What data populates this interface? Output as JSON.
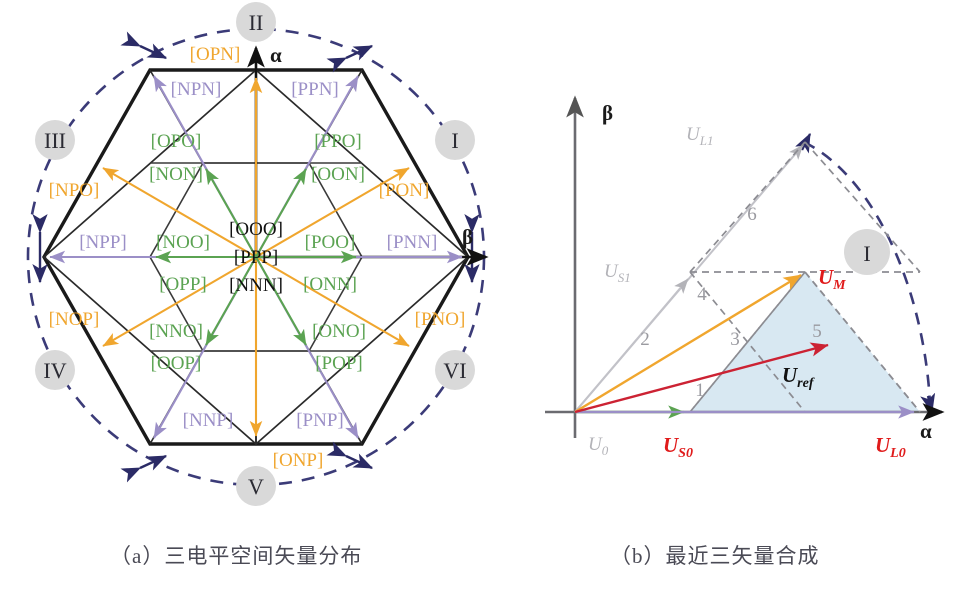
{
  "figure": {
    "caption_a": "（a）三电平空间矢量分布",
    "caption_b": "（b）最近三矢量合成"
  },
  "colors": {
    "orange": "#f0a62e",
    "green": "#5ba352",
    "purple": "#9b8fc7",
    "navy": "#3b3b78",
    "black": "#1a1a1a",
    "gray": "#8c8c92",
    "light_gray": "#c2c2c8",
    "red": "#e01b1b",
    "shade_fill": "#d8e8f2",
    "badge_fill": "#d9d9d9"
  },
  "panel_a": {
    "title_axis_alpha": "α",
    "title_axis_beta": "β",
    "sectors": [
      {
        "id": "I",
        "label": "I"
      },
      {
        "id": "II",
        "label": "II"
      },
      {
        "id": "III",
        "label": "III"
      },
      {
        "id": "IV",
        "label": "IV"
      },
      {
        "id": "V",
        "label": "V"
      },
      {
        "id": "VI",
        "label": "VI"
      }
    ],
    "zero_vectors": [
      "[OOO]",
      "[PPP]",
      "[NNN]"
    ],
    "large_vectors": [
      {
        "label": "[PNN]",
        "color": "purple"
      },
      {
        "label": "[PPN]",
        "color": "purple"
      },
      {
        "label": "[NPN]",
        "color": "purple"
      },
      {
        "label": "[NPP]",
        "color": "purple"
      },
      {
        "label": "[NNP]",
        "color": "purple"
      },
      {
        "label": "[PNP]",
        "color": "purple"
      }
    ],
    "medium_vectors": [
      {
        "label": "[PON]",
        "color": "orange"
      },
      {
        "label": "[OPN]",
        "color": "orange"
      },
      {
        "label": "[NPO]",
        "color": "orange"
      },
      {
        "label": "[NOP]",
        "color": "orange"
      },
      {
        "label": "[ONP]",
        "color": "orange"
      },
      {
        "label": "[PNO]",
        "color": "orange"
      }
    ],
    "small_vectors": [
      {
        "label": "[POO]",
        "color": "green"
      },
      {
        "label": "[ONN]",
        "color": "green"
      },
      {
        "label": "[PPO]",
        "color": "green"
      },
      {
        "label": "[OON]",
        "color": "green"
      },
      {
        "label": "[OPO]",
        "color": "green"
      },
      {
        "label": "[NON]",
        "color": "green"
      },
      {
        "label": "[OPP]",
        "color": "green"
      },
      {
        "label": "[NOO]",
        "color": "green"
      },
      {
        "label": "[OOP]",
        "color": "green"
      },
      {
        "label": "[NNO]",
        "color": "green"
      },
      {
        "label": "[POP]",
        "color": "green"
      },
      {
        "label": "[ONO]",
        "color": "green"
      }
    ]
  },
  "panel_b": {
    "axis_alpha": "α",
    "axis_beta": "β",
    "sector_badge": "I",
    "regions": [
      "1",
      "2",
      "3",
      "4",
      "5",
      "6"
    ],
    "active_region": "5",
    "vectors": [
      {
        "name": "U_0",
        "label": "U",
        "sub": "0",
        "color": "light_gray"
      },
      {
        "name": "U_S0",
        "label": "U",
        "sub": "S0",
        "color": "red"
      },
      {
        "name": "U_L0",
        "label": "U",
        "sub": "L0",
        "color": "red"
      },
      {
        "name": "U_S1",
        "label": "U",
        "sub": "S1",
        "color": "light_gray"
      },
      {
        "name": "U_L1",
        "label": "U",
        "sub": "L1",
        "color": "light_gray"
      },
      {
        "name": "U_M",
        "label": "U",
        "sub": "M",
        "color": "red"
      },
      {
        "name": "U_ref",
        "label": "U",
        "sub": "ref",
        "color": "black"
      }
    ]
  },
  "chart_data": {
    "type": "scatter",
    "title": "Three-level space vector distribution and nearest three vector synthesis",
    "panel_a": {
      "hexagon_center": [
        256,
        257
      ],
      "hexagon_radius": 212,
      "orientation": "pointy-left-right",
      "states_total": 27,
      "vertex_states": [
        "[PNN]",
        "[PPN]",
        "[NPN]",
        "[NPP]",
        "[NNP]",
        "[PNP]"
      ],
      "edge_mid_states": [
        "[PON]",
        "[OPN]",
        "[NPO]",
        "[NOP]",
        "[ONP]",
        "[PNO]"
      ],
      "inner_hex_states": [
        [
          "[POO]",
          "[ONN]"
        ],
        [
          "[PPO]",
          "[OON]"
        ],
        [
          "[OPO]",
          "[NON]"
        ],
        [
          "[OPP]",
          "[NOO]"
        ],
        [
          "[OOP]",
          "[NNO]"
        ],
        [
          "[POP]",
          "[ONO]"
        ]
      ],
      "zero_states": [
        "[OOO]",
        "[PPP]",
        "[NNN]"
      ]
    },
    "panel_b": {
      "origin": [
        575,
        412
      ],
      "U_L0": [
        0.5,
        0.0
      ],
      "U_S0": [
        0.25,
        0.0
      ],
      "U_M": [
        0.375,
        0.217
      ],
      "U_S1": [
        0.125,
        0.217
      ],
      "U_L1": [
        0.25,
        0.433
      ],
      "U_ref": [
        0.32,
        0.09
      ],
      "shaded_triangle": [
        "U_S0",
        "U_L0",
        "U_M"
      ],
      "region_count": 6
    }
  }
}
